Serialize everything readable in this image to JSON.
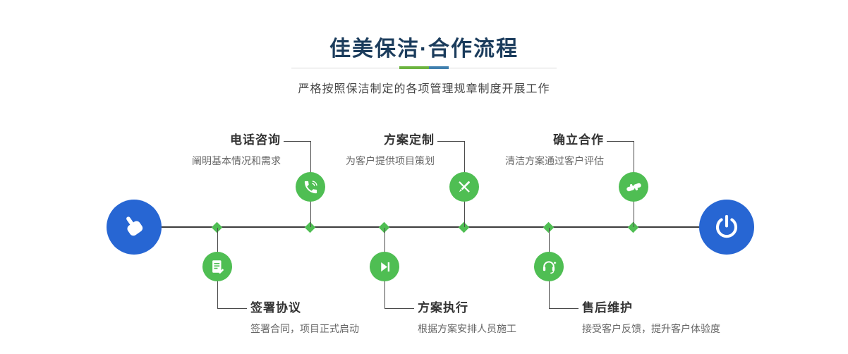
{
  "header": {
    "title": "佳美保洁·合作流程",
    "subtitle": "严格按照保洁制定的各项管理规章制度开展工作"
  },
  "steps": {
    "top": [
      {
        "title": "电话咨询",
        "desc": "阐明基本情况和需求",
        "icon": "phone-icon"
      },
      {
        "title": "方案定制",
        "desc": "为客户提供项目策划",
        "icon": "pencil-ruler-icon"
      },
      {
        "title": "确立合作",
        "desc": "清洁方案通过客户评估",
        "icon": "handshake-icon"
      }
    ],
    "bottom": [
      {
        "title": "签署协议",
        "desc": "签署合同，项目正式启动",
        "icon": "contract-icon"
      },
      {
        "title": "方案执行",
        "desc": "根据方案安排人员施工",
        "icon": "play-forward-icon"
      },
      {
        "title": "售后维护",
        "desc": "接受客户反馈，提升客户体验度",
        "icon": "headset-icon"
      }
    ]
  },
  "timeline": {
    "start_icon": "pointing-hand-icon",
    "end_icon": "power-icon"
  },
  "colors": {
    "accent_green": "#4fbe53",
    "accent_blue": "#2766d3",
    "title_navy": "#1b3c5c"
  }
}
